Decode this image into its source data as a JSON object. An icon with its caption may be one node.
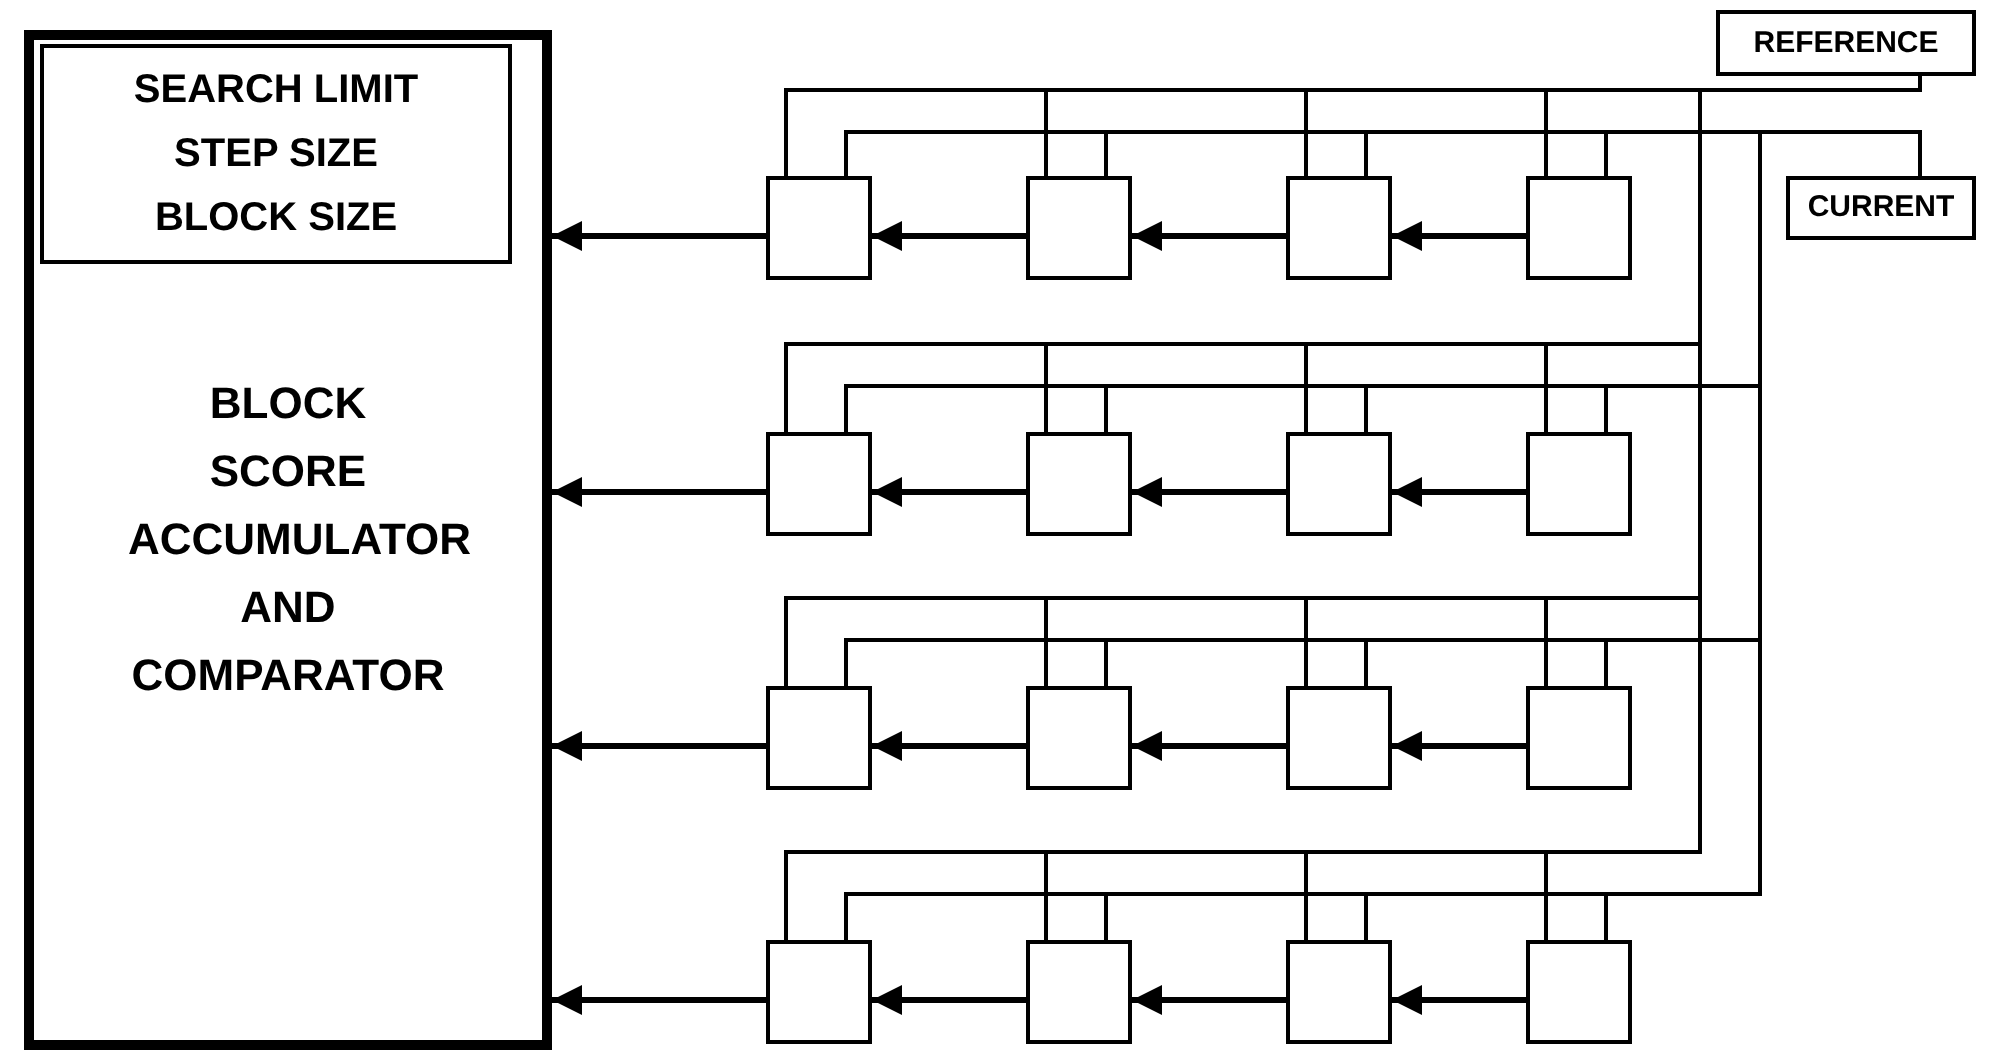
{
  "diagram": {
    "nodes": [
      {
        "text": [
          "BLOCK SCORE ACCUMULATOR AND COMPARATOR"
        ]
      },
      {
        "text": [
          "SEARCH LIMIT",
          "STEP SIZE",
          "BLOCK SIZE"
        ],
        "in": 0
      },
      {
        "text": [
          "REFERENCE"
        ]
      },
      {
        "text": [
          "CURRENT"
        ]
      },
      {
        "text": [],
        "shape": "box"
      },
      {
        "text": [],
        "shape": "box"
      },
      {
        "text": [],
        "shape": "box"
      },
      {
        "text": [],
        "shape": "box"
      },
      {
        "text": [],
        "shape": "box"
      },
      {
        "text": [],
        "shape": "box"
      },
      {
        "text": [],
        "shape": "box"
      },
      {
        "text": [],
        "shape": "box"
      },
      {
        "text": [],
        "shape": "box"
      },
      {
        "text": [],
        "shape": "box"
      },
      {
        "text": [],
        "shape": "box"
      },
      {
        "text": [],
        "shape": "box"
      },
      {
        "text": [],
        "shape": "box"
      },
      {
        "text": [],
        "shape": "box"
      },
      {
        "text": [],
        "shape": "box"
      },
      {
        "text": [],
        "shape": "box"
      }
    ],
    "edges": [
      {
        "from": 4,
        "to": 0,
        "arrow": "to"
      },
      {
        "from": 5,
        "to": 4,
        "arrow": "to"
      },
      {
        "from": 6,
        "to": 5,
        "arrow": "to"
      },
      {
        "from": 7,
        "to": 6,
        "arrow": "to"
      },
      {
        "from": 8,
        "to": 0,
        "arrow": "to"
      },
      {
        "from": 9,
        "to": 8,
        "arrow": "to"
      },
      {
        "from": 10,
        "to": 9,
        "arrow": "to"
      },
      {
        "from": 11,
        "to": 10,
        "arrow": "to"
      },
      {
        "from": 12,
        "to": 0,
        "arrow": "to"
      },
      {
        "from": 13,
        "to": 12,
        "arrow": "to"
      },
      {
        "from": 14,
        "to": 13,
        "arrow": "to"
      },
      {
        "from": 15,
        "to": 14,
        "arrow": "to"
      },
      {
        "from": 16,
        "to": 0,
        "arrow": "to"
      },
      {
        "from": 17,
        "to": 16,
        "arrow": "to"
      },
      {
        "from": 18,
        "to": 17,
        "arrow": "to"
      },
      {
        "from": 19,
        "to": 18,
        "arrow": "to"
      },
      {
        "from": 2,
        "to": 4,
        "arrow": "none"
      },
      {
        "from": 2,
        "to": 5,
        "arrow": "none"
      },
      {
        "from": 2,
        "to": 6,
        "arrow": "none"
      },
      {
        "from": 2,
        "to": 7,
        "arrow": "none"
      },
      {
        "from": 2,
        "to": 8,
        "arrow": "none"
      },
      {
        "from": 2,
        "to": 9,
        "arrow": "none"
      },
      {
        "from": 2,
        "to": 10,
        "arrow": "none"
      },
      {
        "from": 2,
        "to": 11,
        "arrow": "none"
      },
      {
        "from": 2,
        "to": 12,
        "arrow": "none"
      },
      {
        "from": 2,
        "to": 13,
        "arrow": "none"
      },
      {
        "from": 2,
        "to": 14,
        "arrow": "none"
      },
      {
        "from": 2,
        "to": 15,
        "arrow": "none"
      },
      {
        "from": 2,
        "to": 16,
        "arrow": "none"
      },
      {
        "from": 2,
        "to": 17,
        "arrow": "none"
      },
      {
        "from": 2,
        "to": 18,
        "arrow": "none"
      },
      {
        "from": 2,
        "to": 19,
        "arrow": "none"
      },
      {
        "from": 3,
        "to": 4,
        "arrow": "none"
      },
      {
        "from": 3,
        "to": 5,
        "arrow": "none"
      },
      {
        "from": 3,
        "to": 6,
        "arrow": "none"
      },
      {
        "from": 3,
        "to": 7,
        "arrow": "none"
      },
      {
        "from": 3,
        "to": 8,
        "arrow": "none"
      },
      {
        "from": 3,
        "to": 9,
        "arrow": "none"
      },
      {
        "from": 3,
        "to": 10,
        "arrow": "none"
      },
      {
        "from": 3,
        "to": 11,
        "arrow": "none"
      },
      {
        "from": 3,
        "to": 12,
        "arrow": "none"
      },
      {
        "from": 3,
        "to": 13,
        "arrow": "none"
      },
      {
        "from": 3,
        "to": 14,
        "arrow": "none"
      },
      {
        "from": 3,
        "to": 15,
        "arrow": "none"
      },
      {
        "from": 3,
        "to": 16,
        "arrow": "none"
      },
      {
        "from": 3,
        "to": 17,
        "arrow": "none"
      },
      {
        "from": 3,
        "to": 18,
        "arrow": "none"
      },
      {
        "from": 3,
        "to": 19,
        "arrow": "none"
      }
    ]
  }
}
